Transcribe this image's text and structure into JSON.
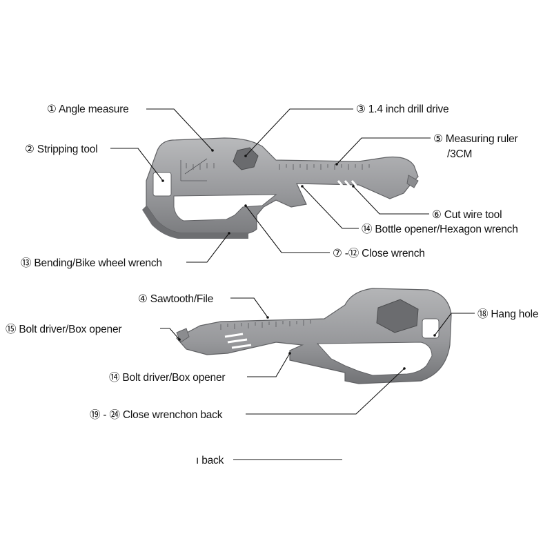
{
  "top_key": {
    "callouts": {
      "angle_measure": "① Angle measure",
      "drill_drive": "③ 1.4 inch drill drive",
      "measuring_ruler_1": "⑤ Measuring ruler",
      "measuring_ruler_2": "/3CM",
      "stripping_tool": "② Stripping tool",
      "cut_wire_tool": "⑥ Cut wire tool",
      "bottle_opener": "⑭ Bottle opener/Hexagon wrench",
      "close_wrench": "⑦ -⑫ Close wrench",
      "bending_wrench": "⑬ Bending/Bike wheel wrench"
    }
  },
  "bottom_key": {
    "callouts": {
      "sawtooth_file": "④ Sawtooth/File",
      "hang_hole": "⑱ Hang hole",
      "bolt_driver_left": "⑮ Bolt driver/Box opener",
      "bolt_driver_bottom": "⑭ Bolt driver/Box opener",
      "close_wrench_back": "⑲ - ㉔ Close wrenchon back"
    }
  },
  "footer": {
    "stray_text": "ı back"
  },
  "colors": {
    "metal_light": "#a9aaac",
    "metal_dark": "#6f7073",
    "leader_line": "#111111",
    "background": "#ffffff"
  }
}
